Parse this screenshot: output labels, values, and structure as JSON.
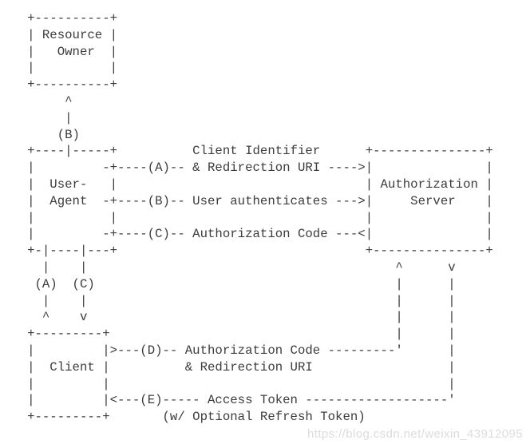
{
  "colors": {
    "background": "#ffffff",
    "ink": "#3c3c3c",
    "watermark": "#dcdcdc"
  },
  "diagram": {
    "ascii_lines": [
      "     +----------+",
      "     | Resource |",
      "     |   Owner  |",
      "     |          |",
      "     +----------+",
      "          ^",
      "          |",
      "         (B)",
      "     +----|-----+          Client Identifier      +---------------+",
      "     |         -+----(A)-- & Redirection URI ---->|               |",
      "     |  User-   |                                 | Authorization |",
      "     |  Agent  -+----(B)-- User authenticates --->|     Server    |",
      "     |          |                                 |               |",
      "     |         -+----(C)-- Authorization Code ---<|               |",
      "     +-|----|---+                                 +---------------+",
      "       |    |                                         ^      v",
      "      (A)  (C)                                        |      |",
      "       |    |                                         |      |",
      "       ^    v                                         |      |",
      "     +---------+                                      |      |",
      "     |         |>---(D)-- Authorization Code ---------'      |",
      "     |  Client |          & Redirection URI                  |",
      "     |         |                                             |",
      "     |         |<---(E)----- Access Token -------------------'",
      "     +---------+       (w/ Optional Refresh Token)"
    ],
    "actors": [
      "Resource Owner",
      "User-Agent",
      "Authorization Server",
      "Client"
    ],
    "steps": [
      {
        "id": "(A)",
        "label": "Client Identifier & Redirection URI"
      },
      {
        "id": "(B)",
        "label": "User authenticates"
      },
      {
        "id": "(C)",
        "label": "Authorization Code"
      },
      {
        "id": "(D)",
        "label": "Authorization Code & Redirection URI"
      },
      {
        "id": "(E)",
        "label": "Access Token (w/ Optional Refresh Token)"
      }
    ]
  },
  "watermark": {
    "text": "https://blog.csdn.net/weixin_43912095"
  }
}
